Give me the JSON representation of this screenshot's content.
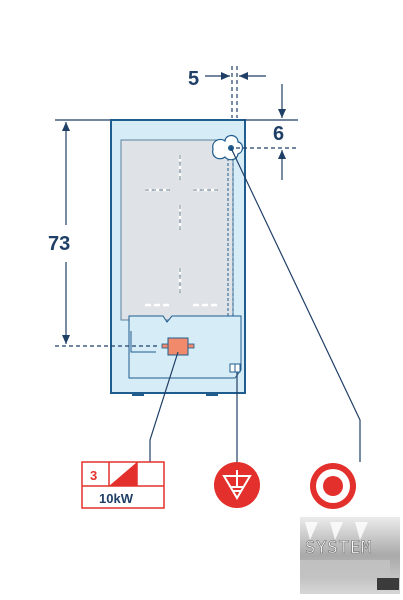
{
  "dimensions": {
    "top_gap": "5",
    "right_gap": "6",
    "height": "73"
  },
  "power_badge": {
    "phase": "3",
    "power": "10kW"
  },
  "symbols": {
    "equipotential": "equipotential-terminal-icon",
    "connection": "connection-point-icon"
  },
  "logo": {
    "text": "SYSTEM"
  },
  "colors": {
    "outline": "#1f5d8f",
    "panel": "#d6ecf6",
    "inner": "#dfe3e7",
    "red": "#e3302c",
    "terminal": "#f08a6a"
  }
}
